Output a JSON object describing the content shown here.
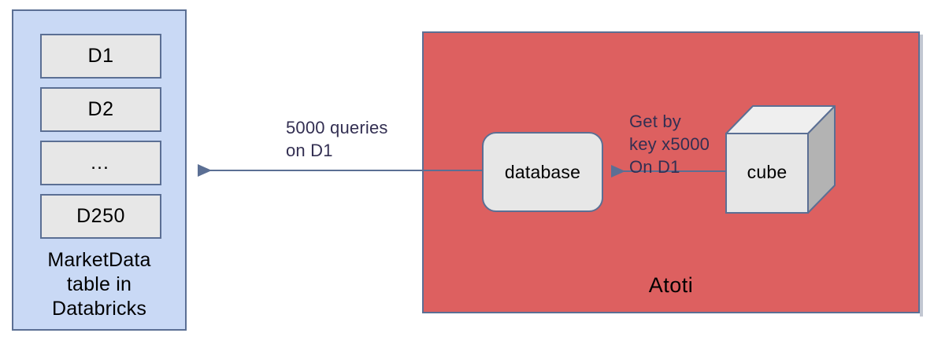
{
  "diagram": {
    "title": "Atoti cube get-by-key query flow",
    "colors": {
      "source_panel_fill": "#c9d9f5",
      "atoti_panel_fill": "#dd6060",
      "node_fill": "#e7e7e7",
      "cube_top_fill": "#efefef",
      "cube_side_fill": "#b3b3b3",
      "stroke": "#5b6f94",
      "label_text": "#332f52",
      "text": "#000000"
    }
  },
  "source": {
    "partitions": [
      {
        "label": "D1"
      },
      {
        "label": "D2"
      },
      {
        "label": "…"
      },
      {
        "label": "D250"
      }
    ],
    "caption_lines": [
      "MarketData",
      "table in",
      "Databricks"
    ]
  },
  "atoti": {
    "panel_label": "Atoti",
    "database_node": {
      "label": "database"
    },
    "cube_node": {
      "label": "cube"
    }
  },
  "edges": {
    "outer": {
      "label_lines": [
        "5000 queries",
        "on D1"
      ],
      "direction": "database-to-marketdata-table"
    },
    "inner": {
      "label_lines": [
        "Get by",
        "key x5000",
        "On D1"
      ],
      "direction": "cube-to-database"
    }
  }
}
